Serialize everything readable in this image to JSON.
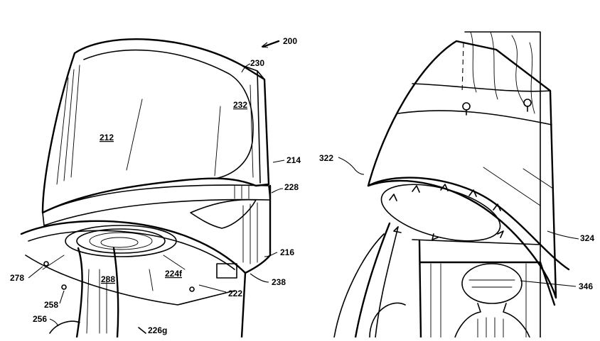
{
  "labels": {
    "l200": "200",
    "l230": "230",
    "l232": "232",
    "l212": "212",
    "l214": "214",
    "l228": "228",
    "l216": "216",
    "l238": "238",
    "l222": "222",
    "l224f": "224f",
    "l288": "288",
    "l278": "278",
    "l258": "258",
    "l256": "256",
    "l226g": "226g",
    "l322": "322",
    "l324": "324",
    "l346": "346"
  }
}
